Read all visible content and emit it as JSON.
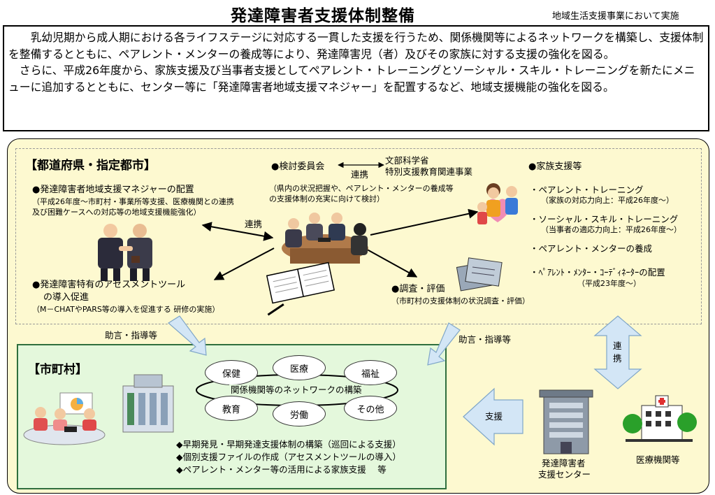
{
  "header": {
    "title": "発達障害者支援体制整備",
    "note": "地域生活支援事業において実施"
  },
  "intro": {
    "para1": "　　乳幼児期から成人期における各ライフステージに対応する一貫した支援を行うため、関係機関等によるネットワークを構築し、支援体制を整備するとともに、ペアレント・メンターの養成等により、発達障害児（者）及びその家族に対する支援の強化を図る。",
    "para2": "　さらに、平成26年度から、家族支援及び当事者支援としてペアレント・トレーニングとソーシャル・スキル・トレーニングを新たにメニューに追加するとともに、センター等に「発達障害者地域支援マネジャー」を配置するなど、地域支援機能の強化を図る。"
  },
  "prefecture": {
    "heading": "【都道府県・指定都市】",
    "manager_title": "●発達障害者地域支援マネジャーの配置",
    "manager_desc1": "（平成26年度～市町村・事業所等支援、医療機関との連携",
    "manager_desc2": "及び困難ケースへの対応等の地域支援機能強化）",
    "link_label": "連携",
    "committee_title": "●検討委員会",
    "committee_link": "連携",
    "mext1": "文部科学省",
    "mext2": "特別支援教育関連事業",
    "committee_desc1": "（県内の状況把握や、ペアレント・メンターの養成等",
    "committee_desc2": "の支援体制の充実に向けて検討）",
    "assess_title1": "●発達障害特有のアセスメントツール",
    "assess_title2": "の導入促進",
    "assess_desc": "（M－CHATやPARS等の導入を促進する 研修の実施）",
    "survey_title": "●調査・評価",
    "survey_desc": "（市町村の支援体制の状況調査・評価）",
    "family_title": "●家族支援等",
    "family_items": [
      {
        "label": "・ペアレント・トレーニング",
        "sub": "（家族の対応力向上：平成26年度～）"
      },
      {
        "label": "・ソーシャル・スキル・トレーニング",
        "sub": "（当事者の適応力向上：平成26年度～）"
      },
      {
        "label": "・ペアレント・メンターの養成",
        "sub": ""
      },
      {
        "label": "・ﾍﾟｱﾚﾝﾄ・ﾒﾝﾀｰ・ｺｰﾃﾞｨﾈｰﾀｰの配置",
        "sub": "（平成23年度～）"
      }
    ]
  },
  "arrows": {
    "advice_left": "助言・指導等",
    "advice_right": "助言・指導等",
    "renkei_v1": "連",
    "renkei_v2": "携",
    "support": "支援"
  },
  "municipality": {
    "heading": "【市町村】",
    "network_label": "関係機関等のネットワークの構築",
    "orgs": [
      "保健",
      "医療",
      "福祉",
      "教育",
      "労働",
      "その他"
    ],
    "bullets": [
      "◆早期発見・早期発達支援体制の構築（巡回による支援）",
      "◆個別支援ファイルの作成（アセスメントツールの導入）",
      "◆ペアレント・メンター等の活用による家族支援　 等"
    ]
  },
  "right_bottom": {
    "center1": "発達障害者",
    "center2": "支援センター",
    "medical": "医療機関等"
  },
  "colors": {
    "outer_bg": "#fdf9d0",
    "municipality_bg": "#e4f8dc",
    "arrow_fill": "#d3e6f6",
    "arrow_stroke": "#7fa6c8"
  }
}
